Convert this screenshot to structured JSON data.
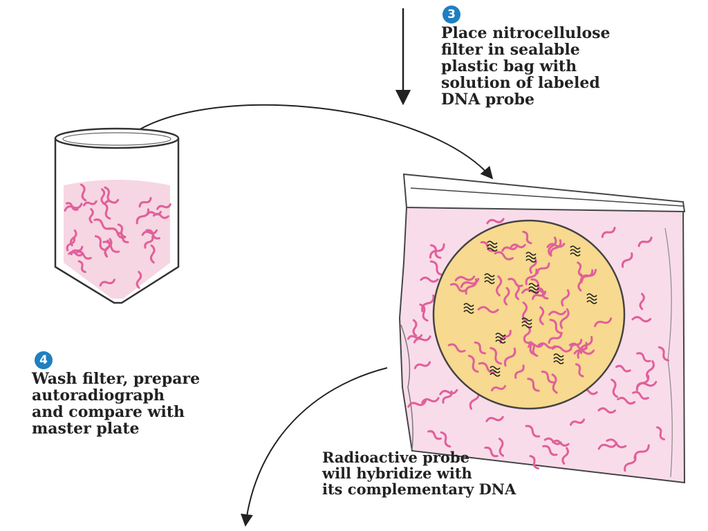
{
  "step3": {
    "number": "3",
    "text": "Place nitrocellulose\nfilter in sealable\nplastic bag with\nsolution of labeled\nDNA probe"
  },
  "step4": {
    "number": "4",
    "text": "Wash filter, prepare\nautoradiograph\nand compare with\nmaster plate"
  },
  "caption": {
    "text": "Radioactive probe\nwill hybridize with\nits complementary DNA"
  },
  "colors": {
    "step_badge": "#1f7fc0",
    "solution_pink": "#f6d6e2",
    "probe_strand": "#e0609a",
    "filter_yellow": "#f7d98f",
    "outline": "#222222"
  },
  "icons": [
    "test-tube-icon",
    "sealed-bag-icon",
    "nitrocellulose-filter-icon",
    "radioactive-probe-icon"
  ]
}
